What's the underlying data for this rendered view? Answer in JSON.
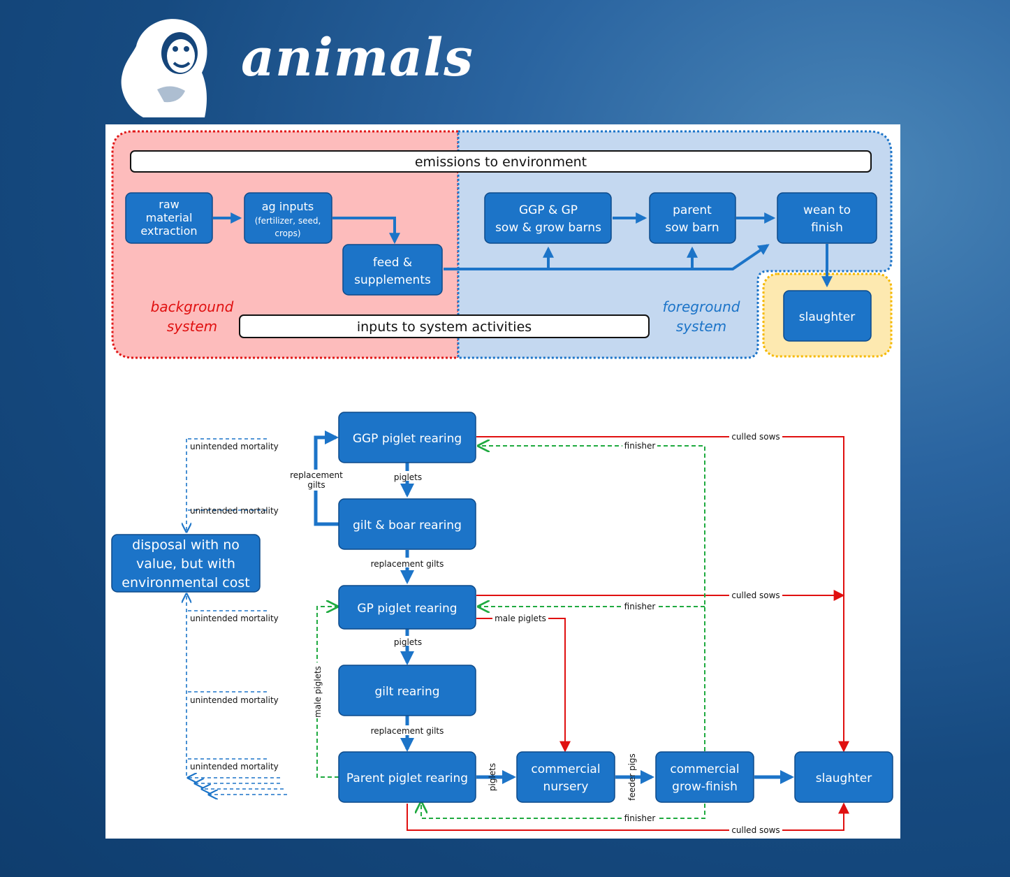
{
  "header": {
    "title": "animals",
    "logo_icon": "gorilla-logo-icon"
  },
  "colors": {
    "box": "#1c74c8",
    "background_system": "#fdbcbc",
    "foreground_system": "#c4d8f0",
    "slaughter_zone": "#fde9b0",
    "red": "#e01010",
    "green": "#1faa40",
    "blue": "#1c74c8"
  },
  "top": {
    "emissions": "emissions to environment",
    "inputs": "inputs to system activities",
    "raw_material": [
      "raw",
      "material",
      "extraction"
    ],
    "ag_inputs": [
      "ag inputs",
      "(fertilizer, seed,",
      "crops)"
    ],
    "feed": [
      "feed &",
      "supplements"
    ],
    "ggp_gp": [
      "GGP & GP",
      "sow & grow barns"
    ],
    "parent": [
      "parent",
      "sow barn"
    ],
    "wean": [
      "wean to",
      "finish"
    ],
    "slaughter": "slaughter",
    "background": [
      "background",
      "system"
    ],
    "foreground": [
      "foreground",
      "system"
    ]
  },
  "bottom": {
    "ggp_rearing": "GGP piglet rearing",
    "gilt_boar": "gilt & boar rearing",
    "gp_rearing": "GP piglet rearing",
    "gilt_rearing": "gilt rearing",
    "parent_rearing": "Parent piglet rearing",
    "nursery": [
      "commercial",
      "nursery"
    ],
    "grow_finish": [
      "commercial",
      "grow-finish"
    ],
    "slaughter": "slaughter",
    "disposal": [
      "disposal with no",
      "value, but with",
      "environmental cost"
    ],
    "labels": {
      "unintended_mortality": "unintended mortality",
      "piglets": "piglets",
      "replacement_gilts": "replacement gilts",
      "replacement": "replacement",
      "gilts": "gilts",
      "culled_sows": "culled sows",
      "finisher": "finisher",
      "male_piglets": "male piglets",
      "feeder_pigs": "feeder pigs"
    }
  }
}
